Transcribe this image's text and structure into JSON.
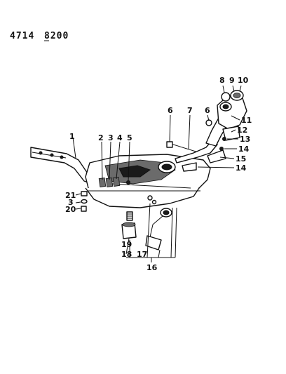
{
  "header": {
    "code_left": "4714",
    "code_right": "8200"
  },
  "callouts": [
    "1",
    "2",
    "3",
    "4",
    "5",
    "6",
    "6",
    "7",
    "8",
    "9",
    "10",
    "11",
    "12",
    "13",
    "14",
    "14",
    "15",
    "16",
    "17",
    "18",
    "19",
    "20",
    "21",
    "3"
  ]
}
